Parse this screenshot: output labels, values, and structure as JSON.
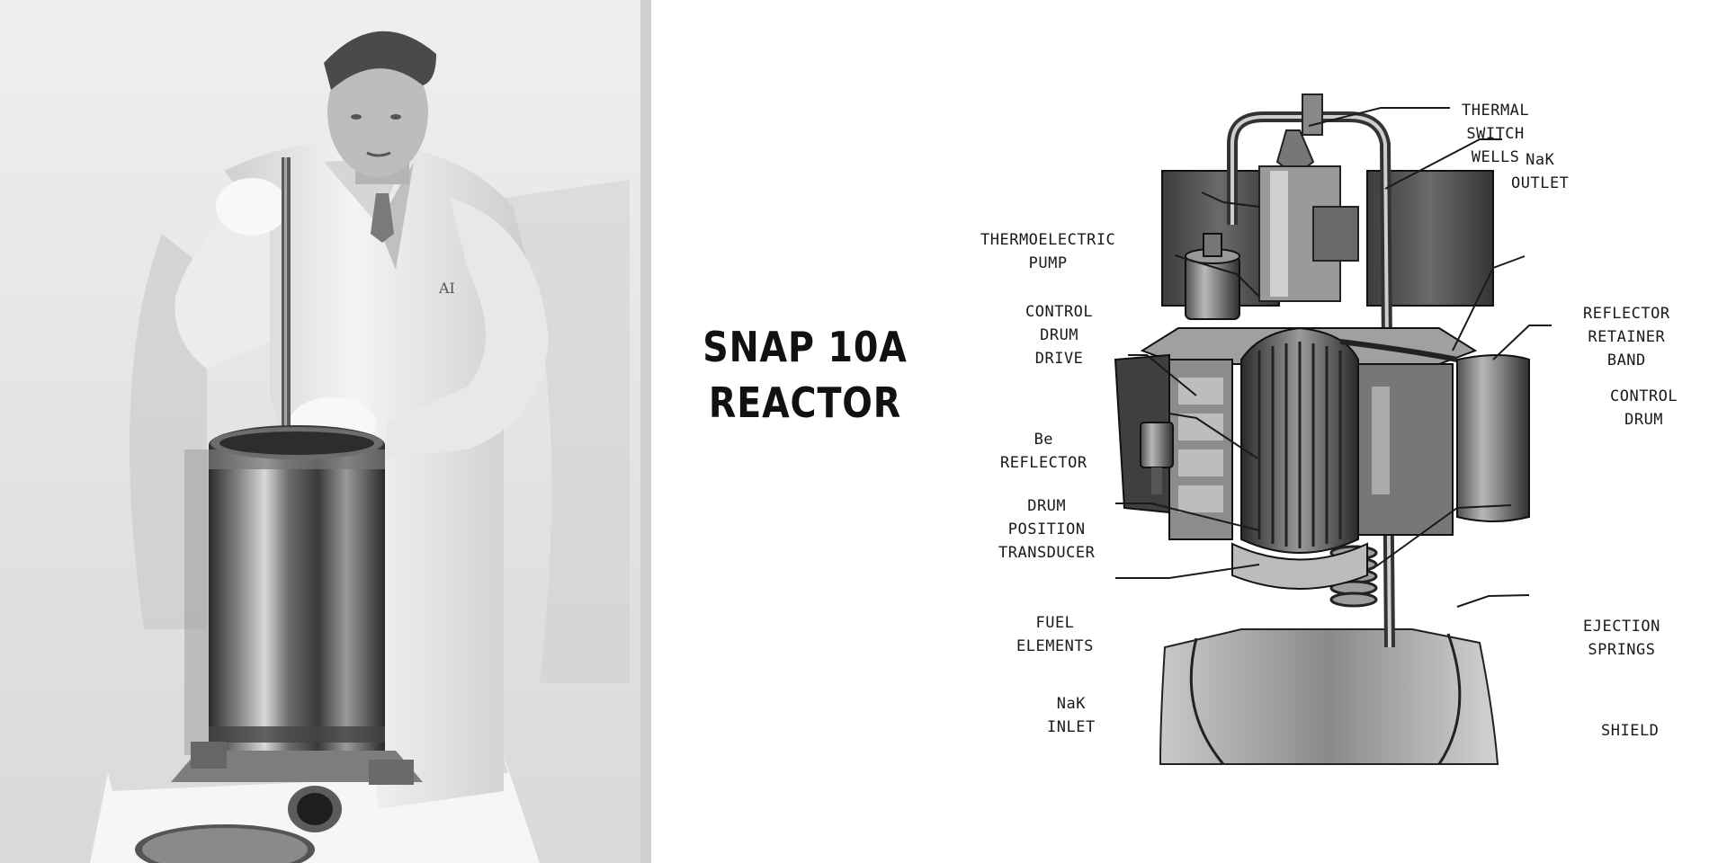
{
  "title": {
    "line1": "SNAP 10A",
    "line2": "REACTOR"
  },
  "labels": {
    "thermal_switch_wells": [
      "THERMAL",
      "SWITCH",
      "WELLS"
    ],
    "nak_outlet": [
      "NaK",
      "OUTLET"
    ],
    "thermoelectric_pump": [
      "THERMOELECTRIC",
      "PUMP"
    ],
    "control_drum_drive": [
      "CONTROL",
      "DRUM",
      "DRIVE"
    ],
    "reflector_retainer_band": [
      "REFLECTOR",
      "RETAINER",
      "BAND"
    ],
    "control_drum": [
      "CONTROL",
      "DRUM"
    ],
    "be_reflector": [
      "Be",
      "REFLECTOR"
    ],
    "drum_position_transducer": [
      "DRUM",
      "POSITION",
      "TRANSDUCER"
    ],
    "fuel_elements": [
      "FUEL",
      "ELEMENTS"
    ],
    "ejection_springs": [
      "EJECTION",
      "SPRINGS"
    ],
    "nak_inlet": [
      "NaK",
      "INLET"
    ],
    "shield": [
      "SHIELD"
    ]
  },
  "photo": {
    "coat_monogram": "AI"
  }
}
